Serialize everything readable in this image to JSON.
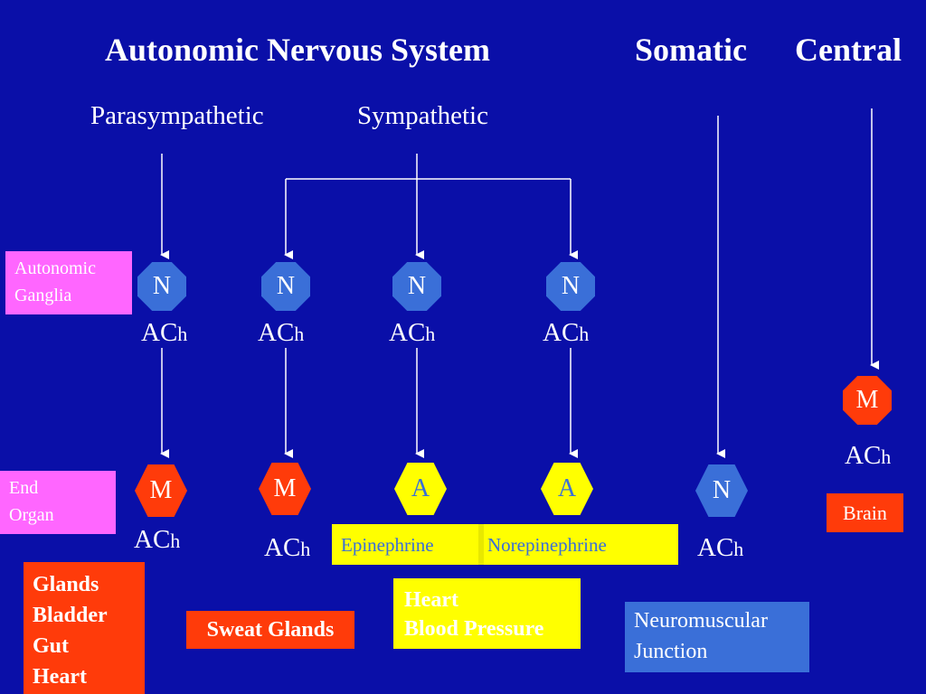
{
  "titles": {
    "autonomic": "Autonomic Nervous System",
    "somatic": "Somatic",
    "central": "Central"
  },
  "subtitles": {
    "parasympathetic": "Parasympathetic",
    "sympathetic": "Sympathetic"
  },
  "ganglia": {
    "label_line1": "Autonomic",
    "label_line2": "Ganglia",
    "receptor": "N",
    "transmitter_main": "AC",
    "transmitter_suffix": "h"
  },
  "end_organ": {
    "label_line1": "End",
    "label_line2": "Organ"
  },
  "receptors": {
    "muscarinic": "M",
    "adrenergic": "A",
    "nicotinic": "N",
    "brain": "M"
  },
  "transmitters": {
    "ach_main": "AC",
    "ach_suffix": "h",
    "epinephrine": "Epinephrine",
    "norepinephrine": "Norepinephrine"
  },
  "targets": {
    "glands_list": [
      "Glands",
      "Bladder",
      "Gut",
      "Heart"
    ],
    "sweat_glands": "Sweat Glands",
    "heart": "Heart",
    "blood_pressure": "Blood Pressure",
    "neuromuscular_line1": "Neuromuscular",
    "neuromuscular_line2": "Junction",
    "brain": "Brain"
  },
  "colors": {
    "background": "#0a0fa8",
    "nicotinic": "#3a6fd8",
    "muscarinic": "#ff3b0a",
    "adrenergic": "#ffff00",
    "label_pink": "#ff66ff"
  }
}
